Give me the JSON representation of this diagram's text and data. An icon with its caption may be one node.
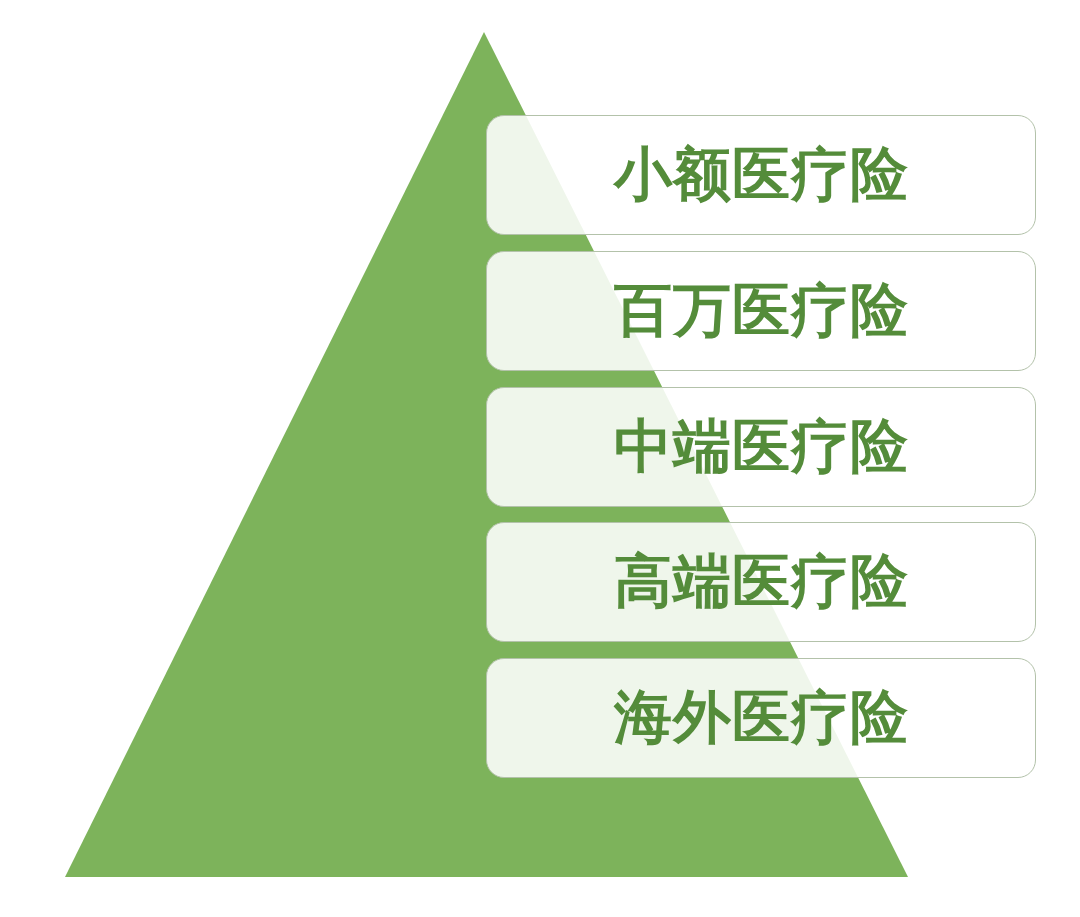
{
  "diagram": {
    "nodes": [
      {
        "text": [
          "小额医疗险"
        ]
      },
      {
        "text": [
          "百万医疗险"
        ]
      },
      {
        "text": [
          "中端医疗险"
        ]
      },
      {
        "text": [
          "高端医疗险"
        ]
      },
      {
        "text": [
          "海外医疗险"
        ]
      }
    ]
  }
}
